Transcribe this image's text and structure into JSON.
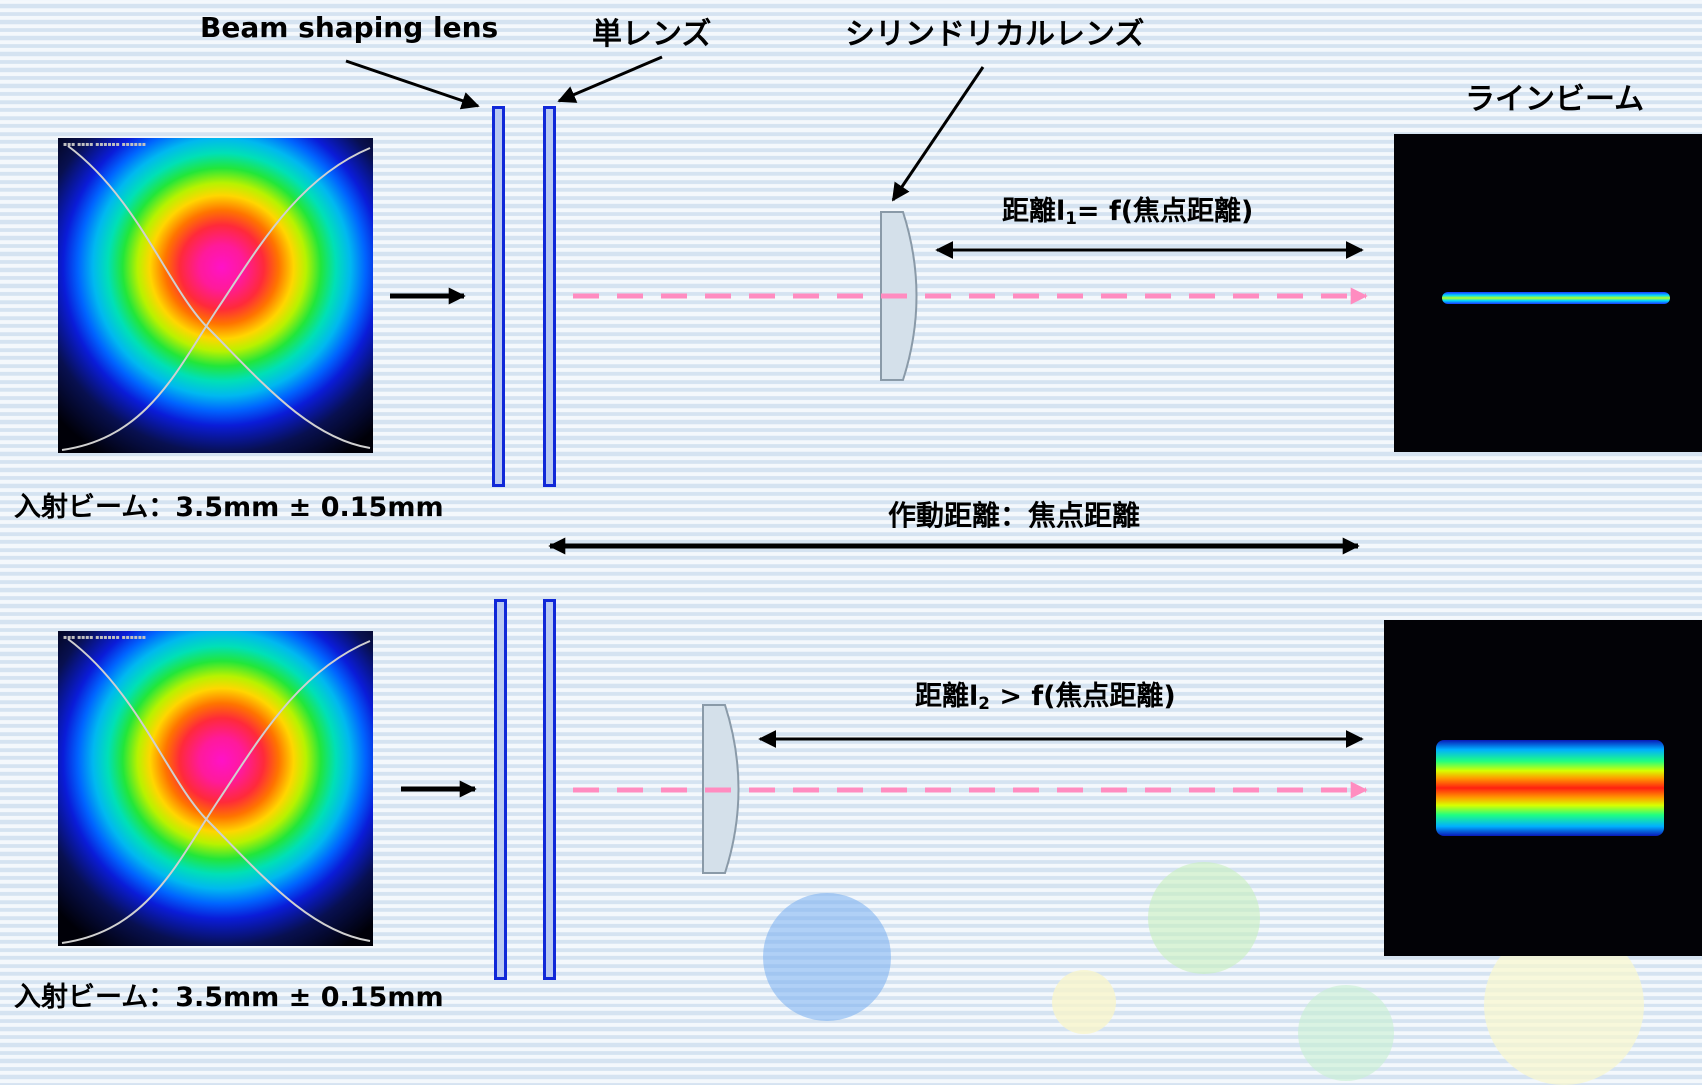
{
  "labels": {
    "beam_shaping_lens": "Beam shaping lens",
    "single_lens": "単レンズ",
    "cylindrical_lens": "シリンドリカルレンズ",
    "line_beam": "ラインビーム",
    "working_distance": "作動距離：焦点距離",
    "incident_beam_top": "入射ビーム：3.5mm ± 0.15mm",
    "incident_beam_bottom": "入射ビーム：3.5mm ± 0.15mm"
  },
  "distance_top": {
    "prefix": "距離l",
    "sub": "1",
    "suffix": "= f(焦点距離)"
  },
  "distance_bottom": {
    "prefix": "距離l",
    "sub": "2",
    "suffix": " > f(焦点距離)"
  },
  "colors": {
    "lens_edge": "#1028d8",
    "beam_path": "#ff8cc0",
    "arrow": "#000000",
    "cylindrical_lens_fill": "#d4e0ea",
    "cylindrical_lens_edge": "#8a9aa8"
  }
}
